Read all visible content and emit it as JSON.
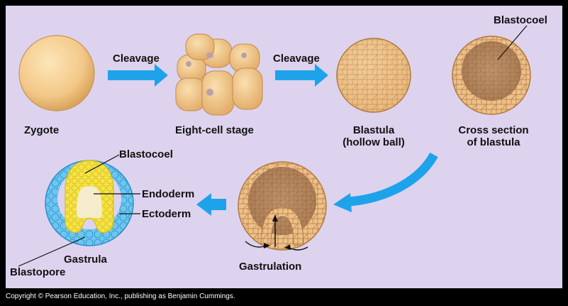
{
  "labels": {
    "cleavage_1": "Cleavage",
    "cleavage_2": "Cleavage",
    "zygote": "Zygote",
    "eight_cell": "Eight-cell stage",
    "blastula_1": "Blastula",
    "blastula_2": "(hollow ball)",
    "blastocoel_top": "Blastocoel",
    "cross_section_1": "Cross section",
    "cross_section_2": "of blastula",
    "blastocoel_gastrula": "Blastocoel",
    "endoderm": "Endoderm",
    "ectoderm": "Ectoderm",
    "gastrula": "Gastrula",
    "blastopore": "Blastopore",
    "gastrulation": "Gastrulation"
  },
  "copyright": "Copyright © Pearson Education, Inc., publishing as Benjamin Cummings.",
  "colors": {
    "background": "#ddd3ee",
    "arrow": "#1ea3ea",
    "egg": "#f3c888",
    "cell_tan": "#e9b574",
    "ectoderm_blue": "#5bc0ee",
    "endoderm_yellow": "#f5e13c"
  }
}
